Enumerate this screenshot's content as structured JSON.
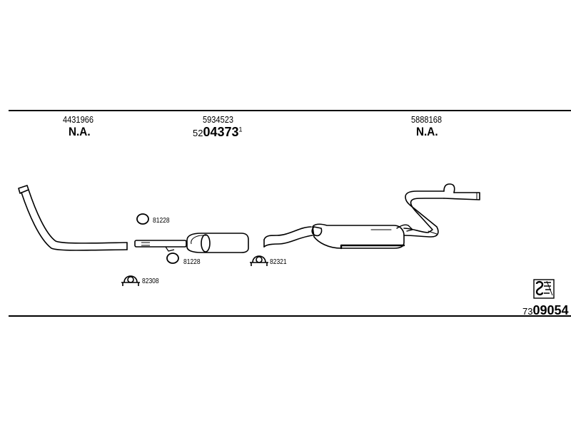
{
  "parts": {
    "front": {
      "number": "4431966",
      "status": "N.A."
    },
    "middle": {
      "number": "5934523",
      "ref_prefix": "52",
      "ref_main": "04373",
      "ref_sup": "1"
    },
    "rear": {
      "number": "5888168",
      "status": "N.A."
    }
  },
  "fittings": {
    "ring_upper": "81228",
    "ring_lower": "81228",
    "clamp_left": "82308",
    "clamp_right": "82321"
  },
  "catalog": {
    "prefix": "73",
    "number": "09054"
  }
}
